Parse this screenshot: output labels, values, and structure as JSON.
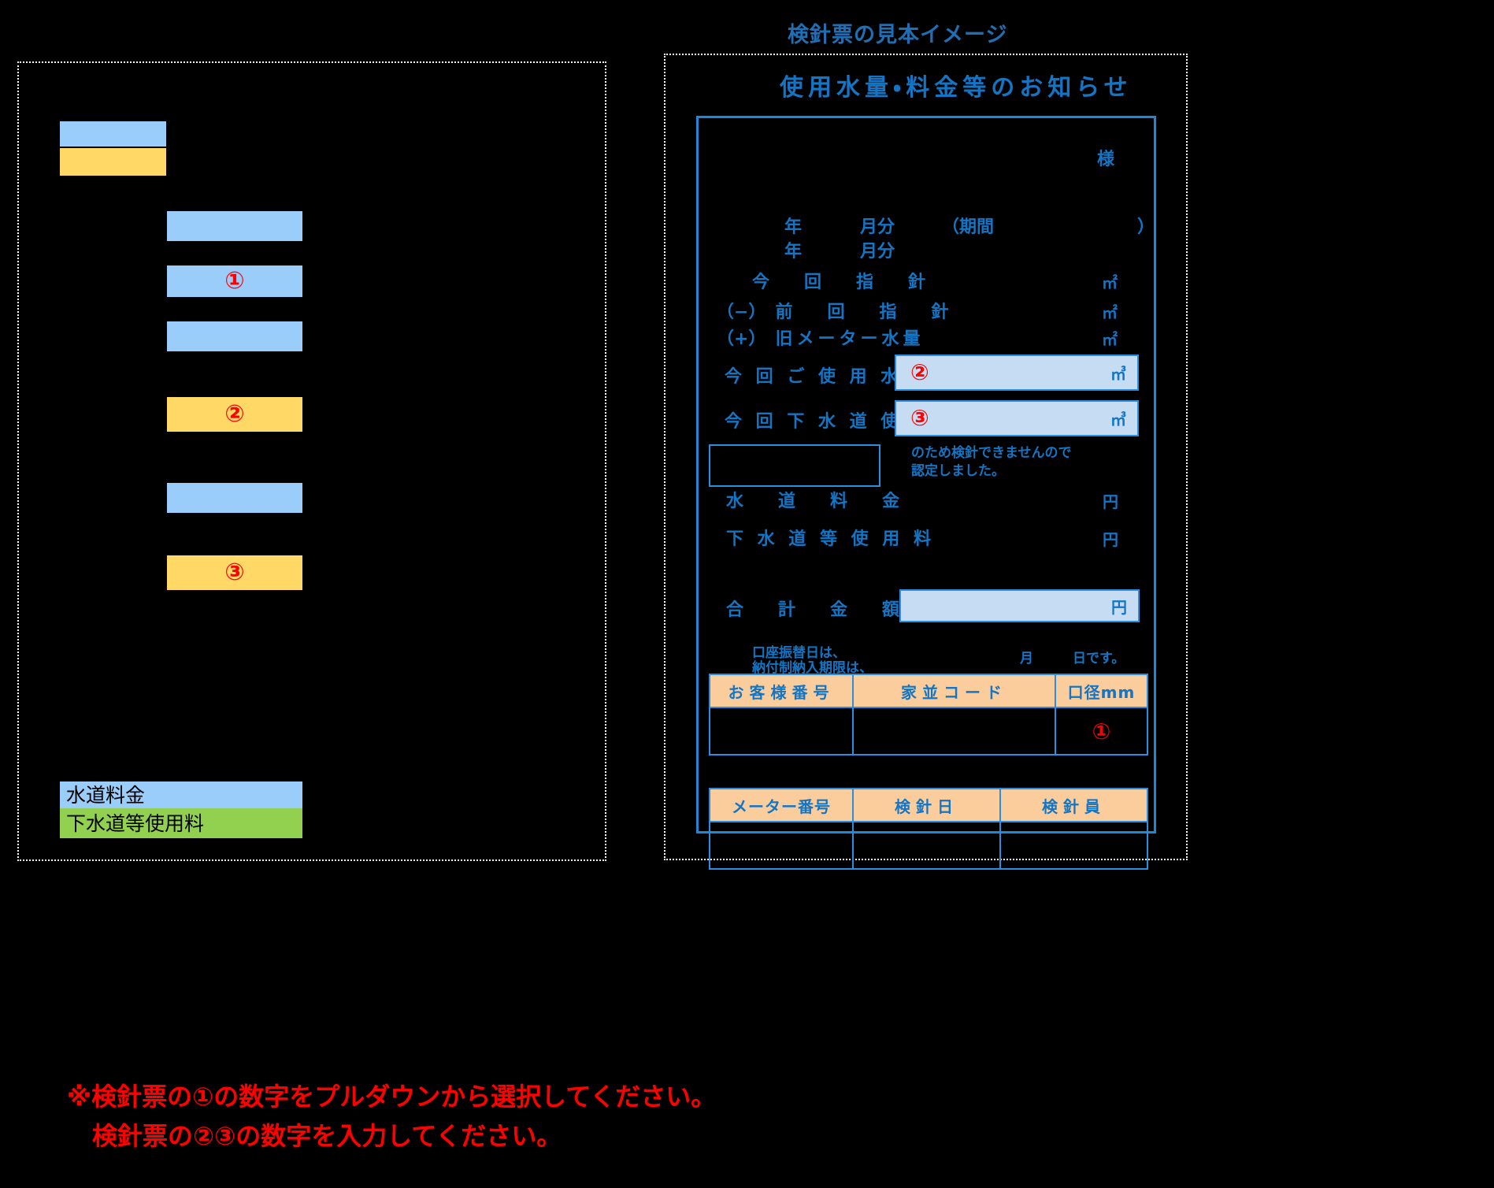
{
  "sample_caption": "検針票の見本イメージ",
  "form": {
    "title": "使用水量・料金等のお知らせ",
    "customer_suffix": "様",
    "period_row1": {
      "year": "年",
      "month": "月分",
      "paren_open": "（期間",
      "paren_close": "）"
    },
    "period_row2": {
      "year": "年",
      "month": "月分"
    },
    "rows": [
      {
        "prefix": "",
        "label": "今　回　指　針",
        "unit": "㎡"
      },
      {
        "prefix": "（−）",
        "label": "前　回　指　針",
        "unit": "㎡"
      },
      {
        "prefix": "（+）",
        "label": "旧メーター水量",
        "unit": "㎡"
      }
    ],
    "highlighted": [
      {
        "label": "今 回 ご 使 用 水 量",
        "marker": "②",
        "unit": "㎥"
      },
      {
        "label": "今 回 下 水 道 使 用 量",
        "marker": "③",
        "unit": "㎥"
      }
    ],
    "reason_note_line1": "のため検針できませんので",
    "reason_note_line2": "認定しました。",
    "fees": [
      {
        "label": "水　道　料　金",
        "unit": "円"
      },
      {
        "label": "下 水 道 等 使 用 料",
        "unit": "円"
      }
    ],
    "total": {
      "label": "合　計　金　額",
      "unit": "円"
    },
    "transfer_note_line1": "口座振替日は、",
    "transfer_note_line2": "納付制納入期限は、",
    "transfer_date_month": "月",
    "transfer_date_day": "日です。",
    "table1": {
      "headers": [
        "お客様番号",
        "家並コード",
        "口径mm"
      ],
      "row": [
        "",
        "",
        "①"
      ]
    },
    "table2": {
      "headers": [
        "メーター番号",
        "検針日",
        "検針員"
      ],
      "row": [
        "",
        "",
        ""
      ]
    }
  },
  "left": {
    "bars": [
      {
        "color": "blue",
        "marker": "",
        "label": ""
      },
      {
        "color": "yellow",
        "marker": "",
        "label": ""
      },
      {
        "color": "blue",
        "marker": "",
        "label": ""
      },
      {
        "color": "blue",
        "marker": "①",
        "label": ""
      },
      {
        "color": "blue",
        "marker": "",
        "label": ""
      },
      {
        "color": "yellow",
        "marker": "②",
        "label": ""
      },
      {
        "color": "blue",
        "marker": "",
        "label": ""
      },
      {
        "color": "yellow",
        "marker": "③",
        "label": ""
      },
      {
        "color": "blue",
        "marker": "",
        "label": "水道料金"
      },
      {
        "color": "green",
        "marker": "",
        "label": "下水道等使用料"
      }
    ]
  },
  "instructions": {
    "line1": "※検針票の①の数字をプルダウンから選択してください。",
    "line2": "検針票の②③の数字を入力してください。"
  },
  "colors": {
    "blue_fill": "#9bcdfb",
    "yellow_fill": "#ffd866",
    "green_fill": "#92d050",
    "form_blue": "#1375c4",
    "form_border": "#2a8fe0",
    "highlight_fill": "#c5dcf2",
    "table_header_fill": "#fbcd9c",
    "red": "#ff0000"
  }
}
